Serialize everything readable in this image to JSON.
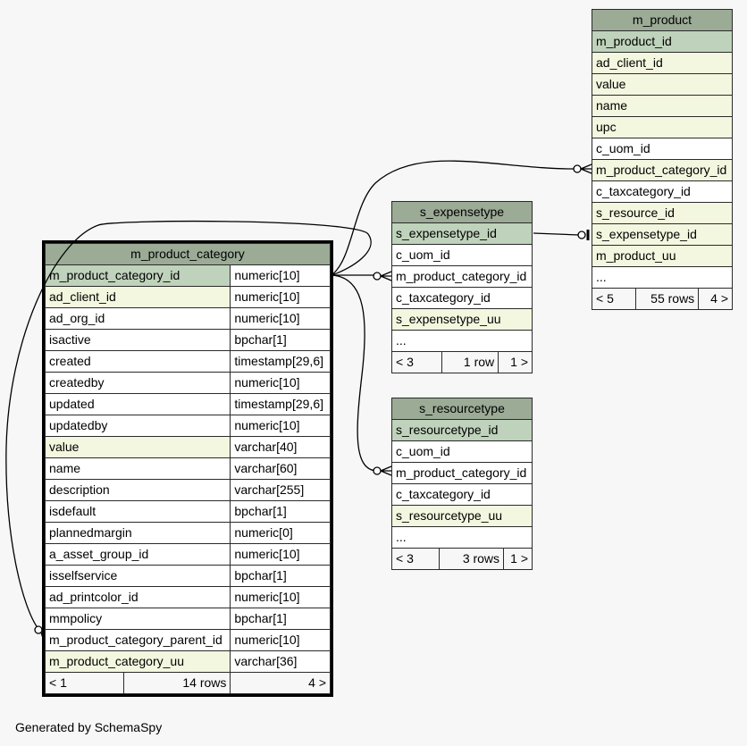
{
  "footer": {
    "generated_by": "Generated by SchemaSpy"
  },
  "tables": {
    "m_product_category": {
      "name": "m_product_category",
      "columns": [
        {
          "name": "m_product_category_id",
          "type": "numeric[10]",
          "kind": "pk"
        },
        {
          "name": "ad_client_id",
          "type": "numeric[10]",
          "kind": "idx"
        },
        {
          "name": "ad_org_id",
          "type": "numeric[10]",
          "kind": "plain"
        },
        {
          "name": "isactive",
          "type": "bpchar[1]",
          "kind": "plain"
        },
        {
          "name": "created",
          "type": "timestamp[29,6]",
          "kind": "plain"
        },
        {
          "name": "createdby",
          "type": "numeric[10]",
          "kind": "plain"
        },
        {
          "name": "updated",
          "type": "timestamp[29,6]",
          "kind": "plain"
        },
        {
          "name": "updatedby",
          "type": "numeric[10]",
          "kind": "plain"
        },
        {
          "name": "value",
          "type": "varchar[40]",
          "kind": "idx"
        },
        {
          "name": "name",
          "type": "varchar[60]",
          "kind": "plain"
        },
        {
          "name": "description",
          "type": "varchar[255]",
          "kind": "plain"
        },
        {
          "name": "isdefault",
          "type": "bpchar[1]",
          "kind": "plain"
        },
        {
          "name": "plannedmargin",
          "type": "numeric[0]",
          "kind": "plain"
        },
        {
          "name": "a_asset_group_id",
          "type": "numeric[10]",
          "kind": "plain"
        },
        {
          "name": "isselfservice",
          "type": "bpchar[1]",
          "kind": "plain"
        },
        {
          "name": "ad_printcolor_id",
          "type": "numeric[10]",
          "kind": "plain"
        },
        {
          "name": "mmpolicy",
          "type": "bpchar[1]",
          "kind": "plain"
        },
        {
          "name": "m_product_category_parent_id",
          "type": "numeric[10]",
          "kind": "plain"
        },
        {
          "name": "m_product_category_uu",
          "type": "varchar[36]",
          "kind": "idx"
        }
      ],
      "footer": {
        "parents": "< 1",
        "rows": "14 rows",
        "children": "4 >"
      }
    },
    "m_product": {
      "name": "m_product",
      "columns": [
        {
          "name": "m_product_id",
          "kind": "pk"
        },
        {
          "name": "ad_client_id",
          "kind": "idx"
        },
        {
          "name": "value",
          "kind": "idx"
        },
        {
          "name": "name",
          "kind": "idx"
        },
        {
          "name": "upc",
          "kind": "idx"
        },
        {
          "name": "c_uom_id",
          "kind": "plain"
        },
        {
          "name": "m_product_category_id",
          "kind": "idx"
        },
        {
          "name": "c_taxcategory_id",
          "kind": "plain"
        },
        {
          "name": "s_resource_id",
          "kind": "idx"
        },
        {
          "name": "s_expensetype_id",
          "kind": "idx"
        },
        {
          "name": "m_product_uu",
          "kind": "idx"
        },
        {
          "name": "...",
          "kind": "plain"
        }
      ],
      "footer": {
        "parents": "< 5",
        "rows": "55 rows",
        "children": "4 >"
      }
    },
    "s_expensetype": {
      "name": "s_expensetype",
      "columns": [
        {
          "name": "s_expensetype_id",
          "kind": "pk"
        },
        {
          "name": "c_uom_id",
          "kind": "plain"
        },
        {
          "name": "m_product_category_id",
          "kind": "plain"
        },
        {
          "name": "c_taxcategory_id",
          "kind": "plain"
        },
        {
          "name": "s_expensetype_uu",
          "kind": "idx"
        },
        {
          "name": "...",
          "kind": "plain"
        }
      ],
      "footer": {
        "parents": "< 3",
        "rows": "1 row",
        "children": "1 >"
      }
    },
    "s_resourcetype": {
      "name": "s_resourcetype",
      "columns": [
        {
          "name": "s_resourcetype_id",
          "kind": "pk"
        },
        {
          "name": "c_uom_id",
          "kind": "plain"
        },
        {
          "name": "m_product_category_id",
          "kind": "plain"
        },
        {
          "name": "c_taxcategory_id",
          "kind": "plain"
        },
        {
          "name": "s_resourcetype_uu",
          "kind": "idx"
        },
        {
          "name": "...",
          "kind": "plain"
        }
      ],
      "footer": {
        "parents": "< 3",
        "rows": "3 rows",
        "children": "1 >"
      }
    }
  },
  "relationships": [
    {
      "from": "m_product.m_product_category_id",
      "to": "m_product_category.m_product_category_id",
      "cardinality": "zero-or-many"
    },
    {
      "from": "s_expensetype.m_product_category_id",
      "to": "m_product_category.m_product_category_id",
      "cardinality": "zero-or-many"
    },
    {
      "from": "s_resourcetype.m_product_category_id",
      "to": "m_product_category.m_product_category_id",
      "cardinality": "zero-or-many"
    },
    {
      "from": "m_product.s_expensetype_id",
      "to": "s_expensetype.s_expensetype_id",
      "cardinality": "zero-or-one"
    },
    {
      "from": "m_product_category.m_product_category_parent_id",
      "to": "m_product_category.m_product_category_id",
      "cardinality": "zero-or-many"
    }
  ]
}
